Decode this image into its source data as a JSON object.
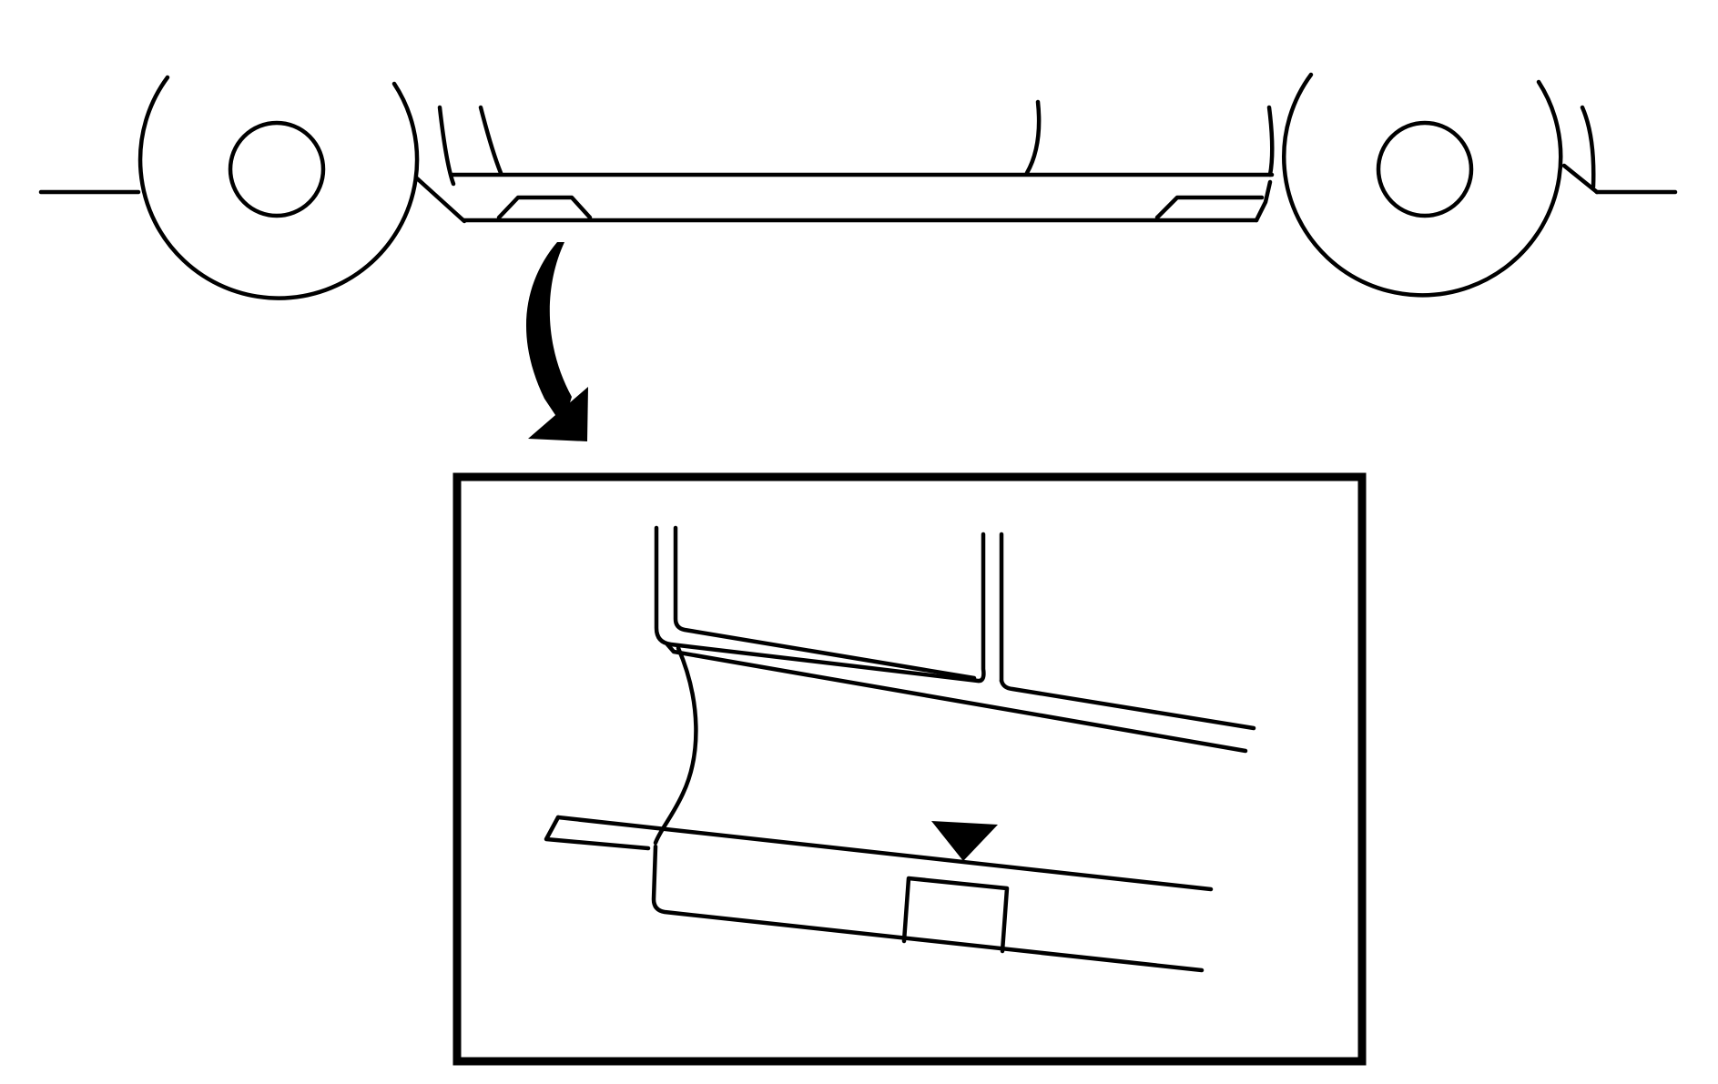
{
  "diagram": {
    "line_color": "#000000",
    "background_color": "#ffffff",
    "fill_color": "#000000",
    "elements": {
      "overview": "vehicle-side-view",
      "pointer": "curved-arrow",
      "detail": "rocker-panel-detail",
      "marker": "triangle-pointer"
    }
  }
}
